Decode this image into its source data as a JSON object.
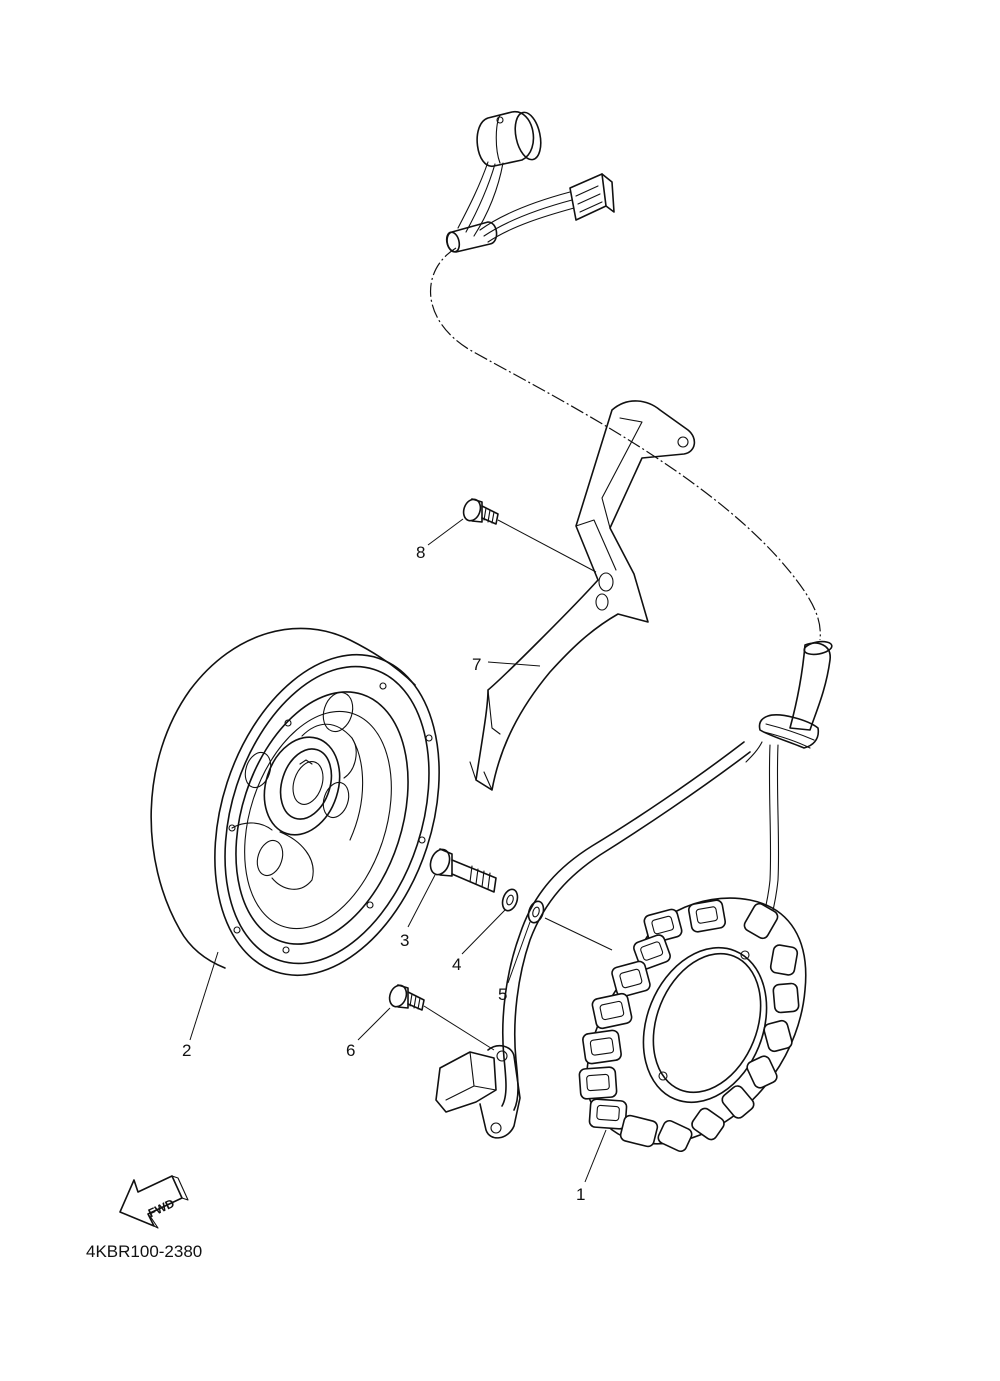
{
  "diagram": {
    "drawing_code": "4KBR100-2380",
    "direction_marker": "FWD",
    "callouts": [
      {
        "id": "callout-1",
        "label": "1"
      },
      {
        "id": "callout-2",
        "label": "2"
      },
      {
        "id": "callout-3",
        "label": "3"
      },
      {
        "id": "callout-4",
        "label": "4"
      },
      {
        "id": "callout-5",
        "label": "5"
      },
      {
        "id": "callout-6",
        "label": "6"
      },
      {
        "id": "callout-7",
        "label": "7"
      },
      {
        "id": "callout-8",
        "label": "8"
      }
    ]
  }
}
